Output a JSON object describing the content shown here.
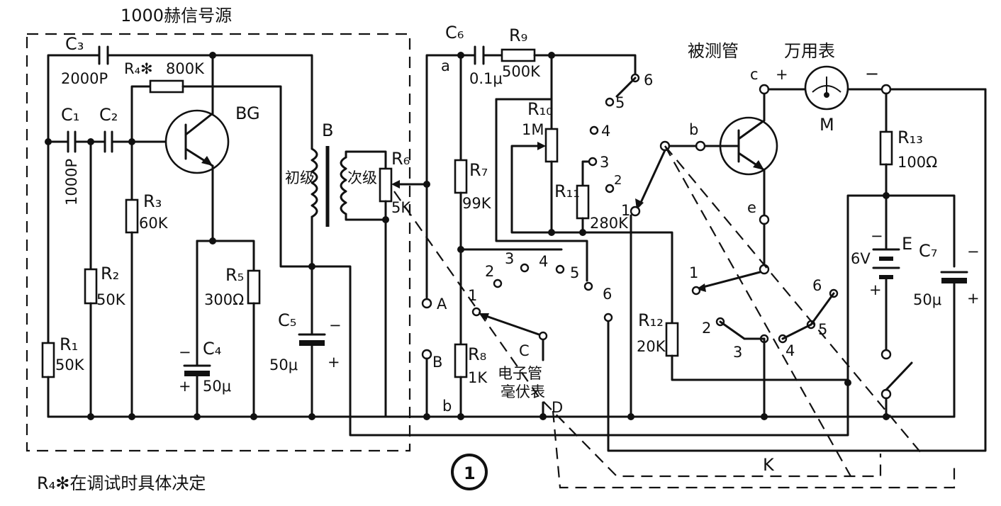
{
  "title": "1000赫信号源",
  "note": "R₄✻在调试时具体决定",
  "figure_number": "1",
  "labels": {
    "c3": "C₃",
    "c3_val": "2000P",
    "r4": "R₄✻",
    "r4_val": "800K",
    "c1": "C₁",
    "c1_val": "1000P",
    "c2": "C₂",
    "bg": "BG",
    "r3": "R₃",
    "r3_val": "60K",
    "r2": "R₂",
    "r2_val": "50K",
    "r1": "R₁",
    "r1_val": "50K",
    "r5": "R₅",
    "r5_val": "300Ω",
    "c4": "C₄",
    "c4_val": "50μ",
    "c5": "C₅",
    "c5_val": "50μ",
    "transformer": "B",
    "primary": "初级",
    "secondary": "次级",
    "r6": "R₆",
    "r6_val": "5K",
    "c6": "C₆",
    "c6_val": "0.1μ",
    "r9": "R₉",
    "r9_val": "500K",
    "r10": "R₁₀",
    "r10_val": "1M",
    "r11": "R₁₁",
    "r11_val": "280K",
    "r7": "R₇",
    "r7_val": "99K",
    "r8": "R₈",
    "r8_val": "1K",
    "r12": "R₁₂",
    "r12_val": "20K",
    "r13": "R₁₃",
    "r13_val": "100Ω",
    "e": "E",
    "e_val": "6V",
    "c7": "C₇",
    "c7_val": "50μ",
    "device_under_test": "被测管",
    "multimeter": "万用表",
    "meter": "M",
    "vtvm_line1": "电子管",
    "vtvm_line2": "毫伏表",
    "switch_k": "K",
    "node_a": "a",
    "node_b": "b",
    "term_A": "A",
    "term_B": "B",
    "term_C": "C",
    "term_D": "D",
    "pin_c": "c",
    "pin_b": "b",
    "pin_e": "e",
    "plus": "+",
    "minus": "−"
  },
  "switch_positions": [
    "1",
    "2",
    "3",
    "4",
    "5",
    "6"
  ]
}
